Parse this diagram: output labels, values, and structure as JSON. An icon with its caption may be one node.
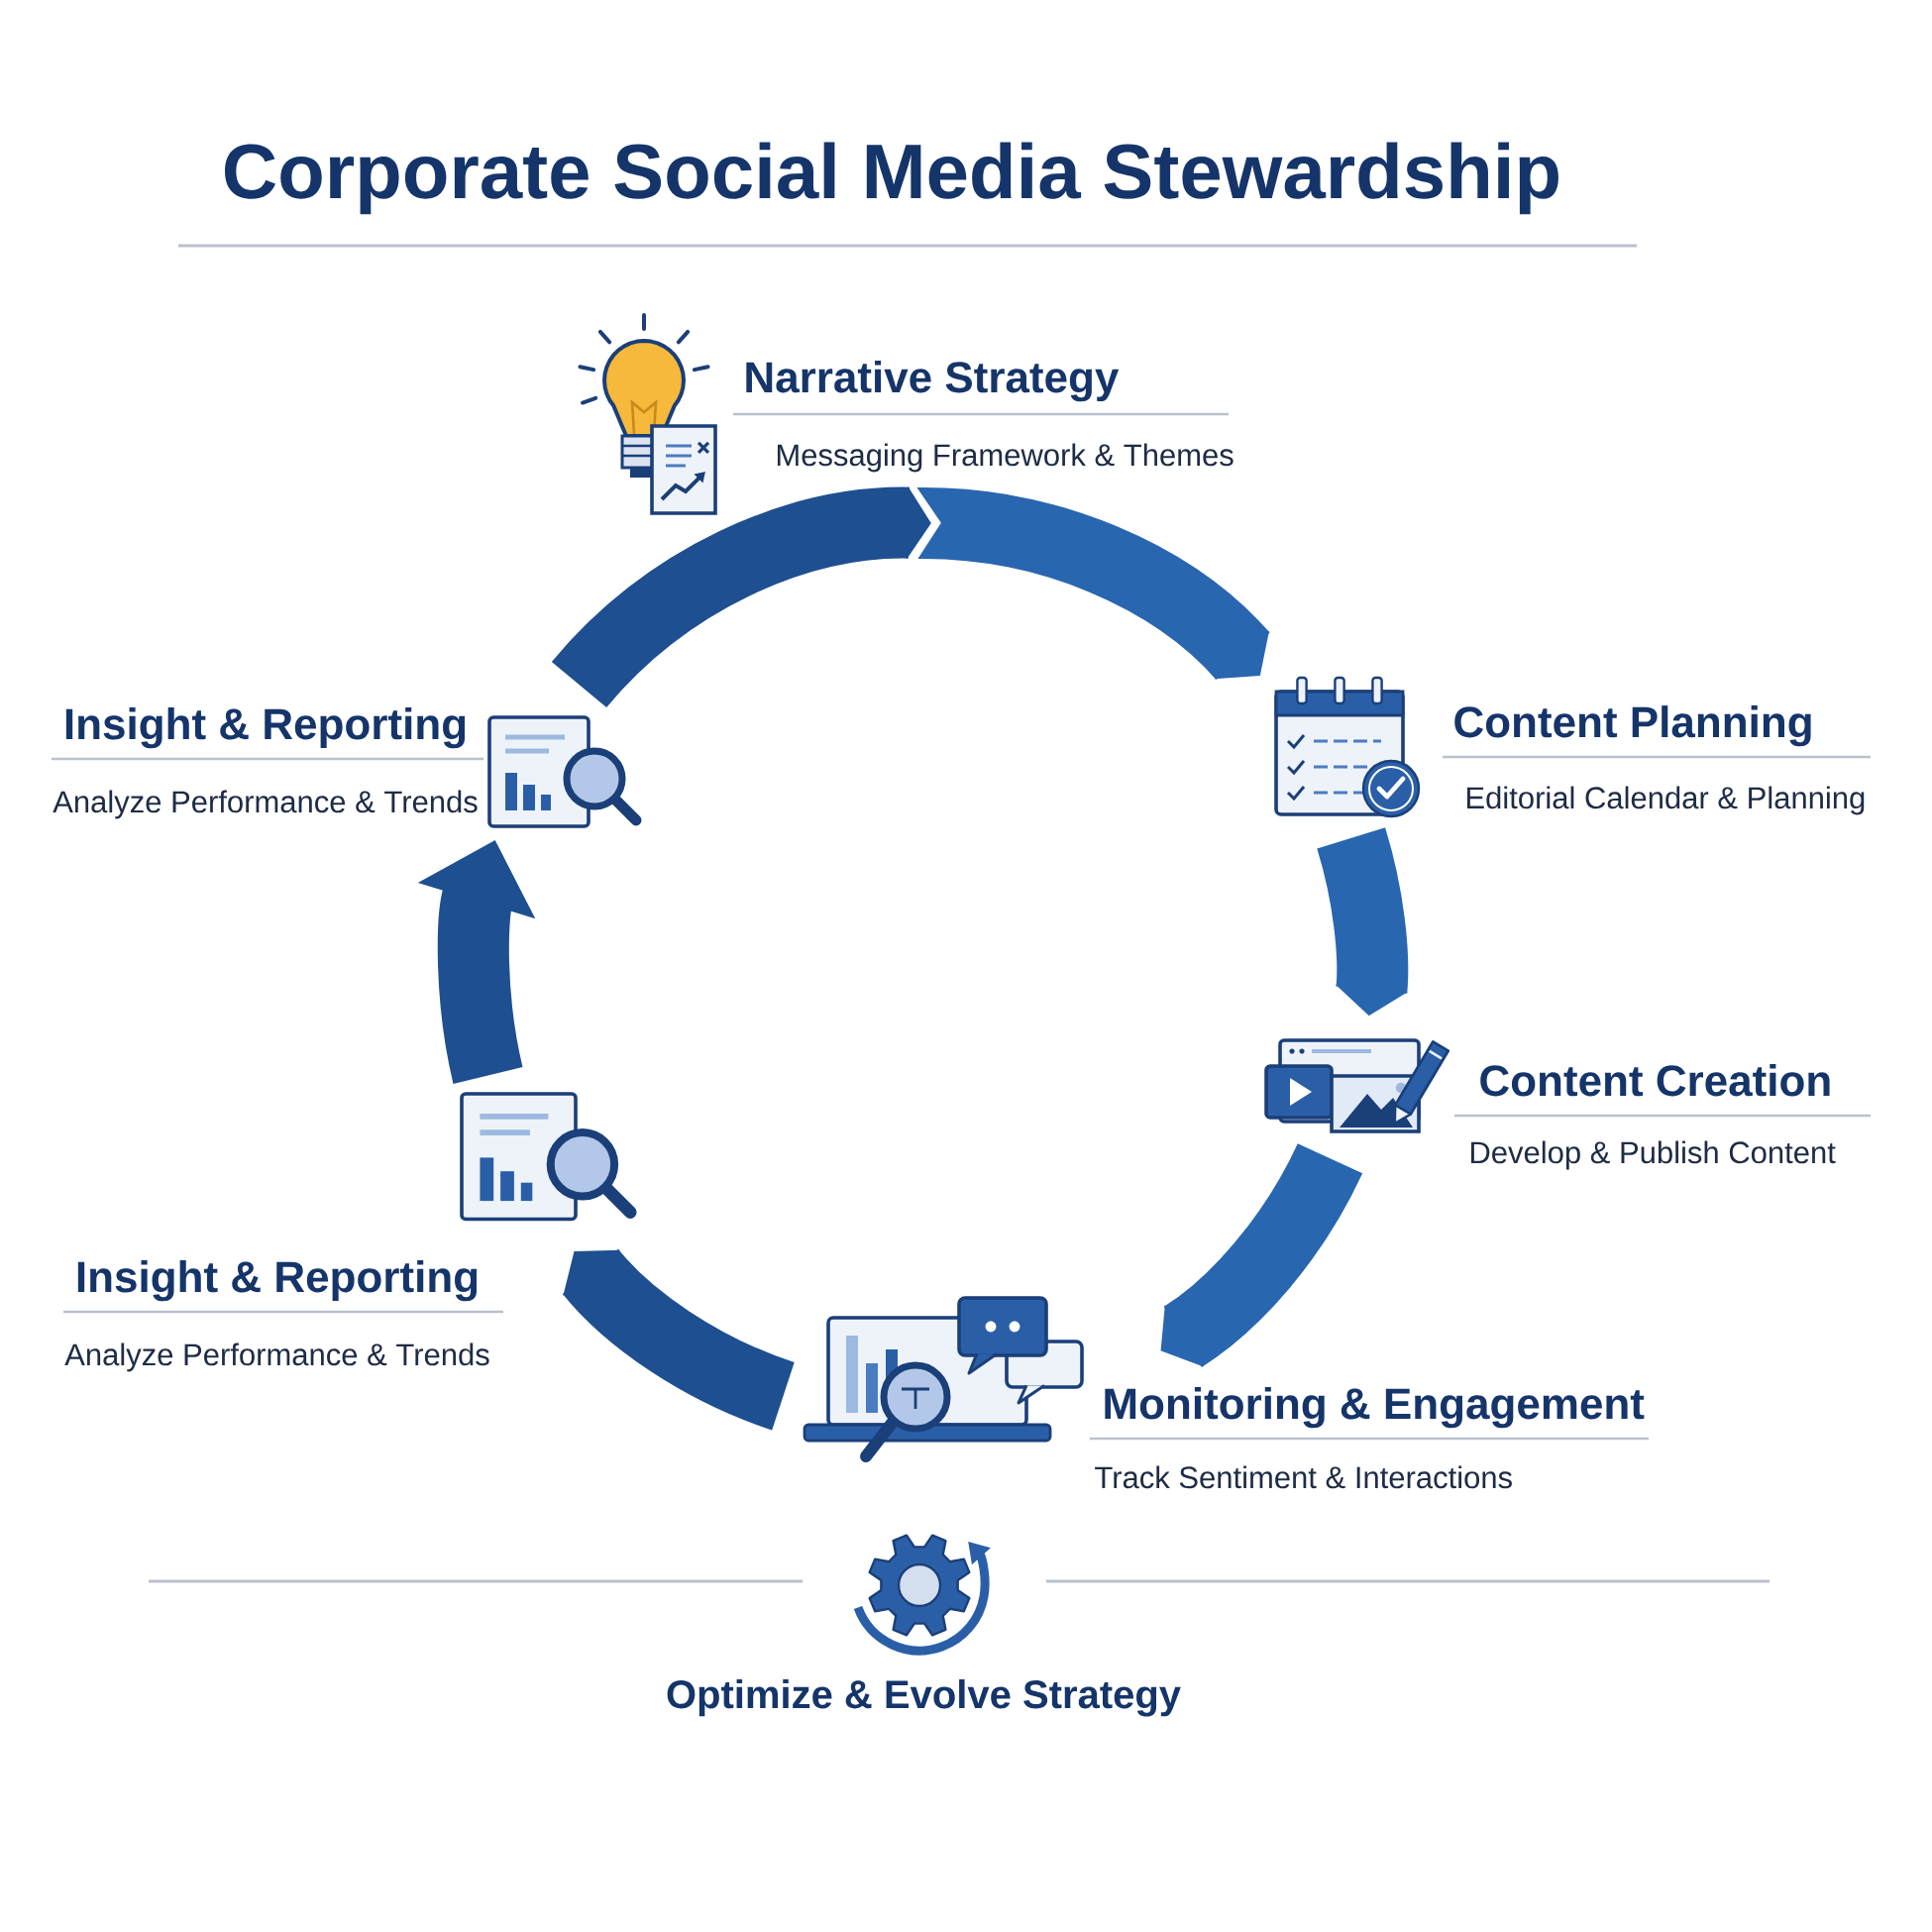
{
  "diagram": {
    "title": "Corporate Social Media Stewardship",
    "nodes": [
      {
        "text": [
          "Narrative Strategy",
          "Messaging Framework & Themes"
        ]
      },
      {
        "text": [
          "Insight & Reporting",
          "Analyze Performance & Trends"
        ]
      },
      {
        "text": [
          "Content Planning",
          "Editorial Calendar & Planning"
        ]
      },
      {
        "text": [
          "Content Creation",
          "Develop & Publish Content"
        ]
      },
      {
        "text": [
          "Insight & Reporting",
          "Analyze Performance & Trends"
        ]
      },
      {
        "text": [
          "Monitoring & Engagement",
          "Track Sentiment & Interactions"
        ]
      }
    ],
    "edges": [
      {
        "from": 0,
        "to": 2,
        "arrow": "to",
        "color": "#2866b0"
      },
      {
        "from": 2,
        "to": 3,
        "arrow": "to",
        "color": "#2866b0"
      },
      {
        "from": 3,
        "to": 5,
        "arrow": "to",
        "color": "#2866b0"
      },
      {
        "from": 5,
        "to": 4,
        "arrow": "to"
      },
      {
        "from": 4,
        "to": 1,
        "arrow": "to"
      },
      {
        "from": 1,
        "to": 0,
        "arrow": "to"
      }
    ],
    "labels": [
      "Optimize & Evolve Strategy"
    ]
  }
}
